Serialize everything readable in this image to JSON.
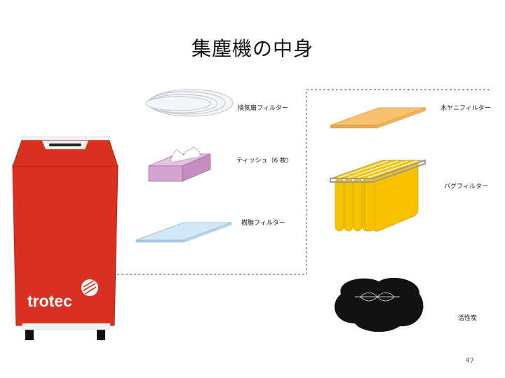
{
  "slide": {
    "title": "集塵機の中身",
    "page_number": "47"
  },
  "machine": {
    "brand": "trotec",
    "color": "#d9301f"
  },
  "parts": {
    "exhaust_filter": "換気扇フィルター",
    "tissue": "ティッシュ（6 枚）",
    "resin_filter": "樹脂フィルター",
    "wood_filter": "木ヤニフィルター",
    "bag_filter": "バグフィルター",
    "activated_carbon": "活性炭"
  },
  "colors": {
    "bag_yellow": "#f7c200",
    "wood_orange": "#f6c26f",
    "tissue_pink": "#d4a5cf",
    "resin_blue": "#d3e8f7",
    "carbon_black": "#111111"
  }
}
